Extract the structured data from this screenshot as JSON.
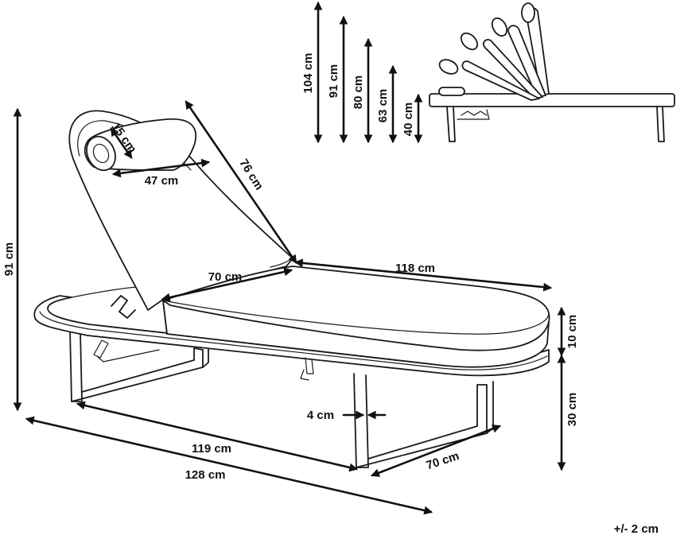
{
  "dimensions": {
    "total_height": "91 cm",
    "headrest_back": "76 cm",
    "pillow_width": "47 cm",
    "pillow_height": "15 cm",
    "seat_width": "70 cm",
    "length_top": "118 cm",
    "cushion_thickness": "10 cm",
    "seat_height": "30 cm",
    "leg_width": "4 cm",
    "leg_span": "119 cm",
    "overall_length": "128 cm",
    "base_width": "70 cm"
  },
  "back_positions": [
    "104 cm",
    "91 cm",
    "80 cm",
    "63 cm",
    "40 cm"
  ],
  "tolerance": "+/- 2 cm"
}
